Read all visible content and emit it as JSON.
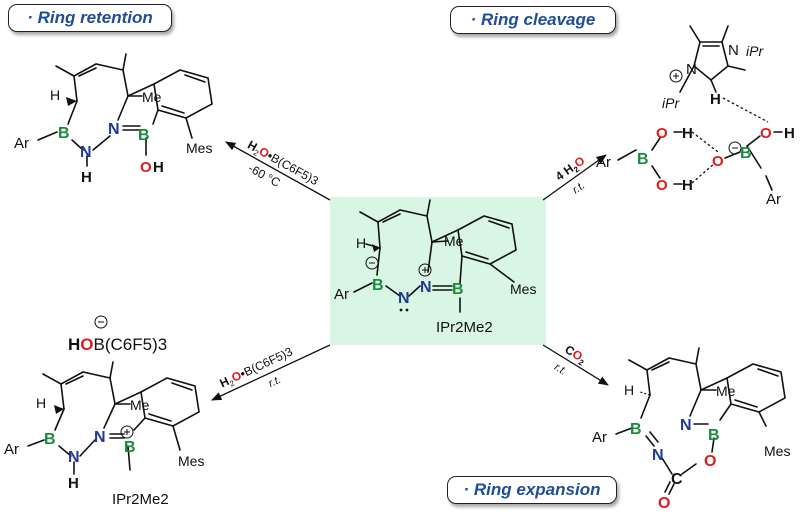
{
  "colors": {
    "boron": "#1a8c3c",
    "nitrogen": "#1f3a93",
    "oxygen": "#e01b1b",
    "tag_text": "#1f4e96",
    "center_bg": "#d9f5e3"
  },
  "tags": {
    "retention": "· Ring retention",
    "cleavage": "· Ring cleavage",
    "expansion": "· Ring expansion"
  },
  "atoms": {
    "B": "B",
    "N": "N",
    "H": "H",
    "O": "O",
    "C": "C",
    "Ar": "Ar",
    "Me": "Me",
    "Mes": "Mes",
    "iPr": "iPr"
  },
  "conditions": {
    "reagent_h2o_b": "B(C6F5)3",
    "temp_low": "-60 °C",
    "rt": "r.t.",
    "water_4": "4 H2O",
    "co2": "CO2"
  },
  "ligands": {
    "ipr2me2": "IPr2Me2",
    "counter_anion": "B(C6F5)3"
  }
}
